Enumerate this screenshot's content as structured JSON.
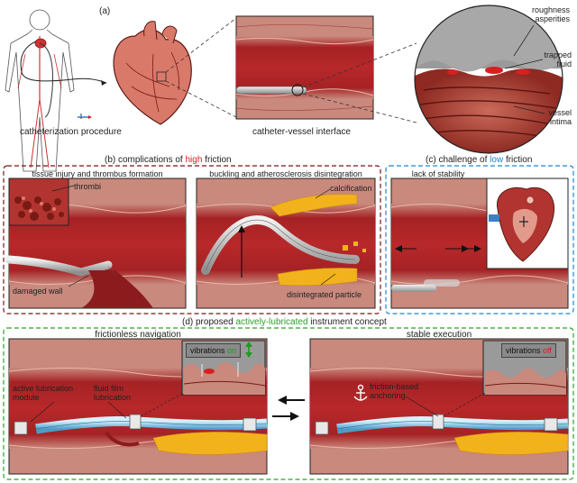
{
  "panel_a": {
    "label": "(a)",
    "caption_left": "catheterization procedure",
    "caption_right": "catheter-vessel interface",
    "callouts": {
      "roughness": "roughness\nasperities",
      "trapped": "trapped\nfluid",
      "intima": "vessel\nintima"
    }
  },
  "panel_b": {
    "label_prefix": "(b) complications of ",
    "label_highlight": "high",
    "label_suffix": " friction",
    "left_title": "tissue injury and thrombus formation",
    "left_thrombi": "thrombi",
    "left_damaged": "damaged wall",
    "right_title": "buckling and atherosclerosis disintegration",
    "right_calc": "calcification",
    "right_particle": "disintegrated particle"
  },
  "panel_c": {
    "label_prefix": "(c) challenge of ",
    "label_highlight": "low",
    "label_suffix": " friction",
    "title": "lack of stability"
  },
  "panel_d": {
    "label_prefix": "(d) proposed ",
    "label_highlight": "actively-lubricated",
    "label_suffix": " instrument concept",
    "left_title": "frictionless navigation",
    "left_badge_prefix": "vibrations ",
    "left_badge_state": "on",
    "left_module": "active lubrication\nmodule",
    "left_film": "fluid film\nlubrication",
    "right_title": "stable execution",
    "right_badge_prefix": "vibrations ",
    "right_badge_state": "off",
    "right_anchor": "friction-based\nanchoring"
  },
  "colors": {
    "tissue_dark": "#7a1414",
    "tissue_mid": "#b8282a",
    "tissue_light": "#d96a5c",
    "plaque": "#f2b21c",
    "catheter": "#c8c8c8",
    "lubricated": "#9fd3ec",
    "frame_red": "#7a1414",
    "frame_blue": "#1a86d8",
    "frame_green": "#2aa02a"
  }
}
